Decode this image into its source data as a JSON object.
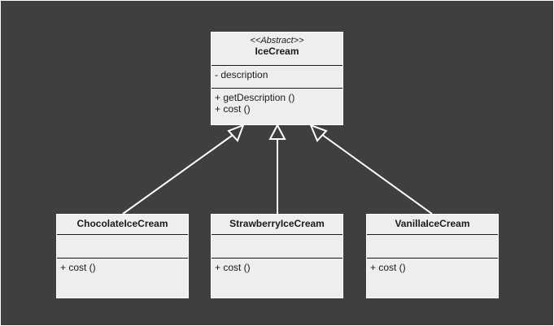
{
  "colors": {
    "background": "#3f3f3f",
    "box_fill": "#eeeeee",
    "box_border": "#ffffff",
    "line": "#ffffff",
    "text": "#1a1a1a"
  },
  "base_class": {
    "stereotype": "<<Abstract>>",
    "name": "IceCream",
    "attributes": [
      "- description"
    ],
    "methods": [
      "+ getDescription ()",
      "+ cost ()"
    ]
  },
  "subclasses": [
    {
      "name": "ChocolateIceCream",
      "attributes": [],
      "methods": [
        "+ cost ()"
      ]
    },
    {
      "name": "StrawberryIceCream",
      "attributes": [],
      "methods": [
        "+ cost ()"
      ]
    },
    {
      "name": "VanillaIceCream",
      "attributes": [],
      "methods": [
        "+ cost ()"
      ]
    }
  ],
  "relations": [
    {
      "type": "generalization",
      "from": "ChocolateIceCream",
      "to": "IceCream"
    },
    {
      "type": "generalization",
      "from": "StrawberryIceCream",
      "to": "IceCream"
    },
    {
      "type": "generalization",
      "from": "VanillaIceCream",
      "to": "IceCream"
    }
  ]
}
